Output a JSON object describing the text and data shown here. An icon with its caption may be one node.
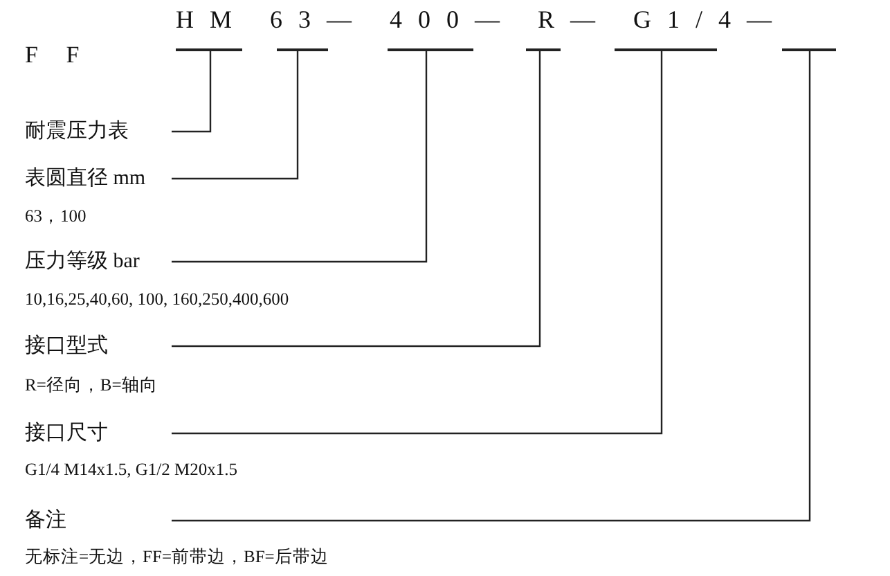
{
  "diagram": {
    "nodes": [
      {
        "text": [],
        "shape": "bar"
      },
      {
        "text": [],
        "shape": "bar"
      },
      {
        "text": [],
        "shape": "bar"
      },
      {
        "text": [],
        "shape": "bar"
      },
      {
        "text": [],
        "shape": "bar"
      },
      {
        "text": [],
        "shape": "bar"
      },
      {
        "text": [
          "耐震压力表"
        ]
      },
      {
        "text": [
          "表圆直径 mm"
        ],
        "beside": [
          "63，100"
        ]
      },
      {
        "text": [
          "压力等级 bar"
        ],
        "beside": [
          "10,16,25,40,60, 100, 160,250,400,600"
        ]
      },
      {
        "text": [
          "接口型式"
        ],
        "beside": [
          "R=径向，B=轴向"
        ]
      },
      {
        "text": [
          "接口尺寸"
        ],
        "beside": [
          "G1/4 M14x1.5, G1/2 M20x1.5"
        ]
      },
      {
        "text": [
          "备注"
        ],
        "beside": [
          "无标注=无边，FF=前带边，BF=后带边"
        ]
      }
    ],
    "edges": [
      {
        "from": 6,
        "to": 0,
        "arrow": "none"
      },
      {
        "from": 7,
        "to": 1,
        "arrow": "none"
      },
      {
        "from": 8,
        "to": 2,
        "arrow": "none"
      },
      {
        "from": 9,
        "to": 3,
        "arrow": "none"
      },
      {
        "from": 10,
        "to": 4,
        "arrow": "none"
      },
      {
        "from": 11,
        "to": 5,
        "arrow": "none"
      }
    ],
    "labels": [
      "HM 63— 400— R— G1/4—",
      "F F"
    ]
  }
}
